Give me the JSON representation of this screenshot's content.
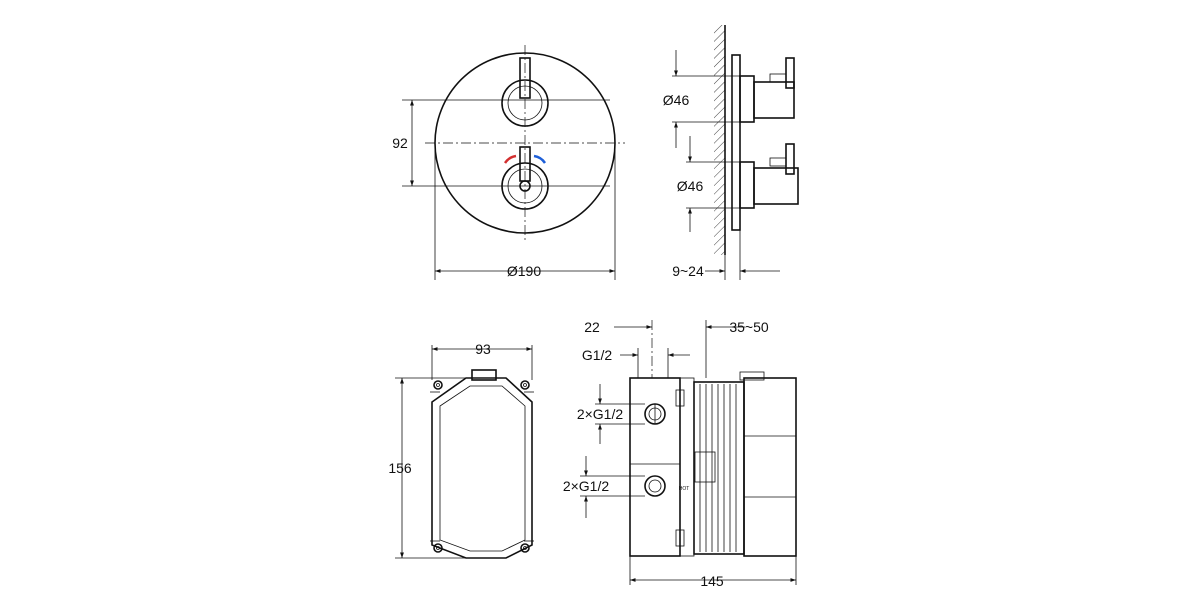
{
  "front_view": {
    "height_dim": "92",
    "diameter_dim": "Ø190",
    "hot_color": "#d32f2f",
    "cold_color": "#1e5fd8"
  },
  "side_view": {
    "upper_handle_dim": "Ø46",
    "lower_handle_dim": "Ø46",
    "depth_dim": "9~24"
  },
  "body_front": {
    "width_dim": "93",
    "height_dim": "156"
  },
  "body_side": {
    "offset_dim": "22",
    "depth_dim": "35~50",
    "top_thread": "G1/2",
    "upper_ports": "2×G1/2",
    "lower_ports": "2×G1/2",
    "hot_label": "HOT",
    "width_dim": "145"
  }
}
